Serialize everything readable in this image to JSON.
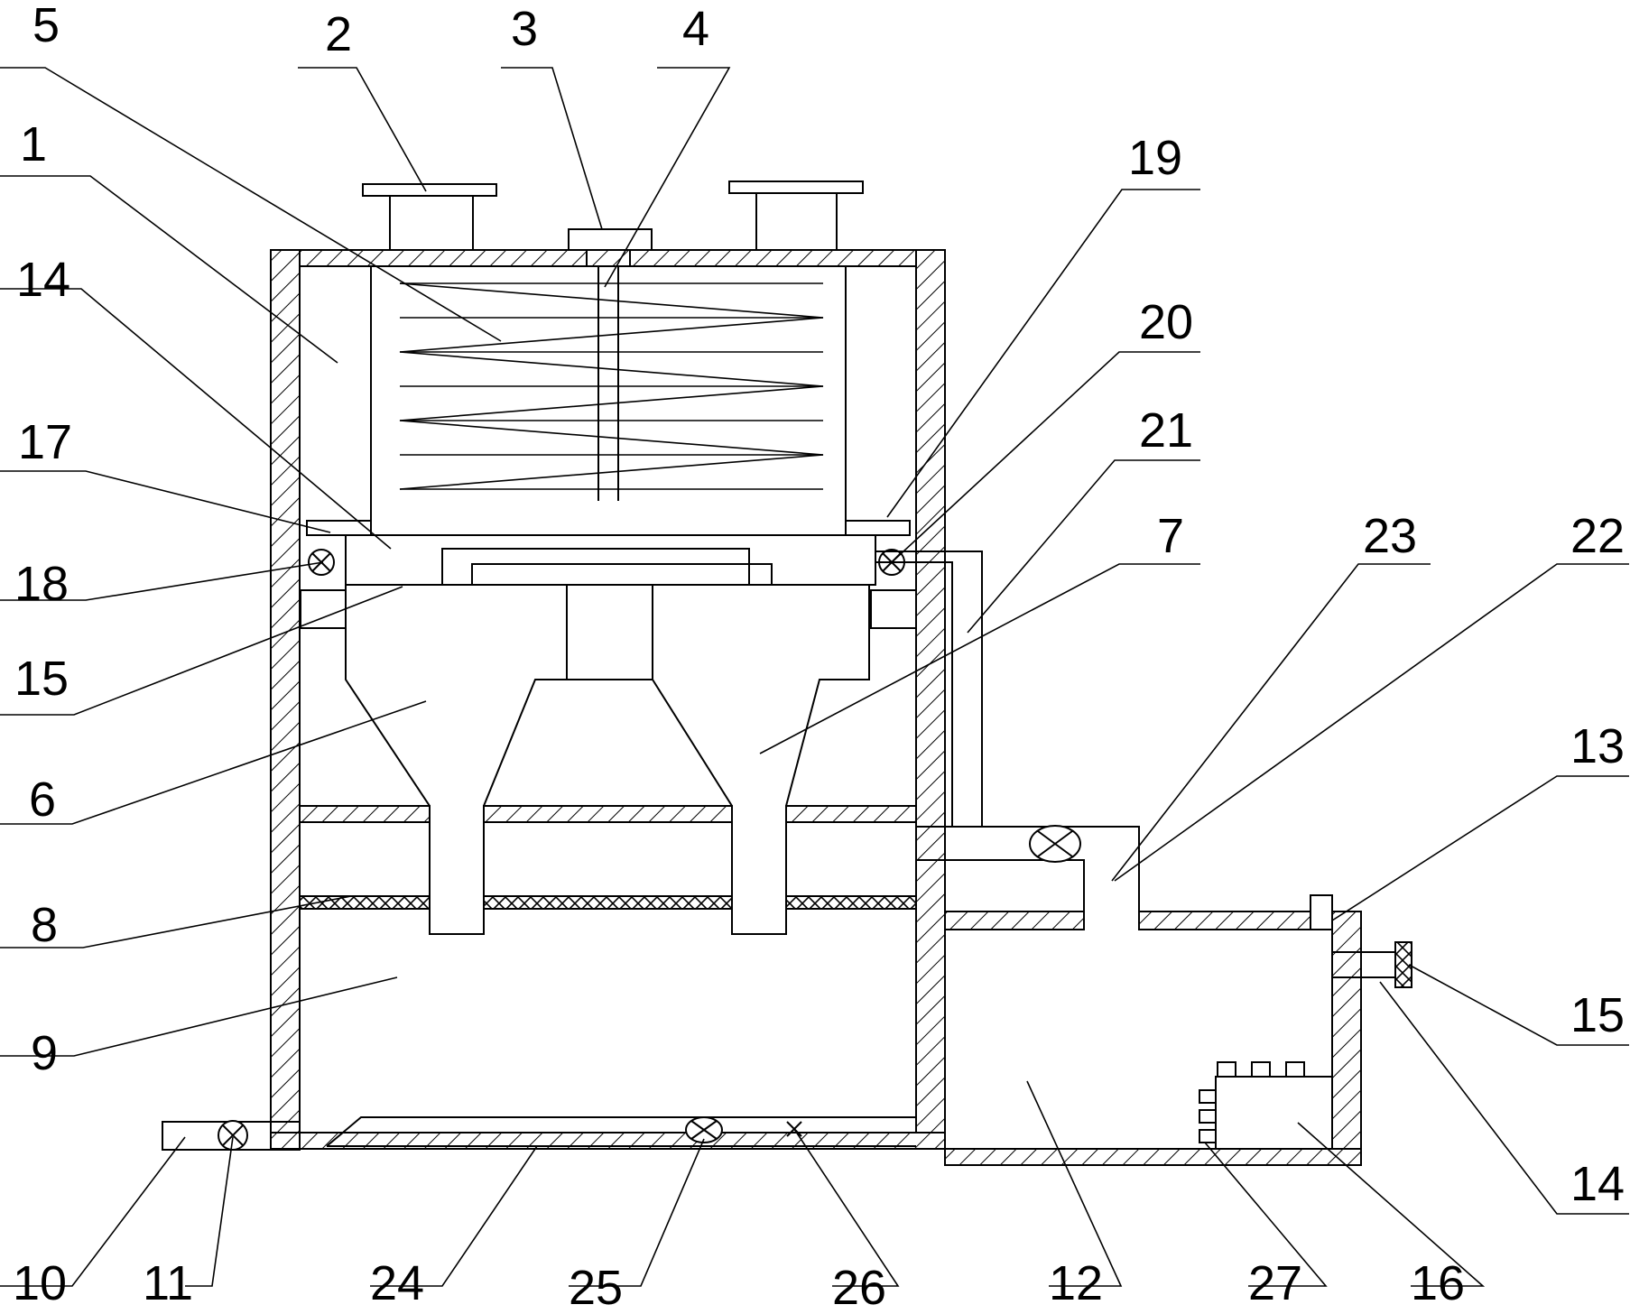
{
  "colors": {
    "line": "#000000",
    "background": "#ffffff"
  },
  "labels": {
    "l1": "1",
    "l2": "2",
    "l3": "3",
    "l4": "4",
    "l5": "5",
    "l6": "6",
    "l7": "7",
    "l8": "8",
    "l9": "9",
    "l10": "10",
    "l11": "11",
    "l12": "12",
    "l13": "13",
    "l14a": "14",
    "l14b": "14",
    "l15a": "15",
    "l15b": "15",
    "l16": "16",
    "l17": "17",
    "l18": "18",
    "l19": "19",
    "l20": "20",
    "l21": "21",
    "l22": "22",
    "l23": "23",
    "l24": "24",
    "l25": "25",
    "l26": "26",
    "l27": "27"
  }
}
